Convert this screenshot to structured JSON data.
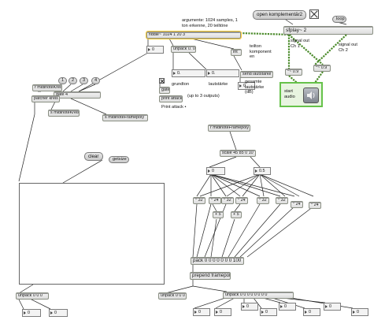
{
  "comments": {
    "args": "argumente: 1024 samples, 1\nton erkenne, 20 teiltöne",
    "teilton": "teilton\nkomponent\nen",
    "signal_out_1": "signal out\nCh 1",
    "signal_out_2": "signal out\nCh 2",
    "start_audio": "start\naudio",
    "grundton": "grundton",
    "lautstaerke": "lautstärke",
    "gesamte": "gesamte\nlautstärke\n(dB)",
    "up_to": "(up to 3 outputs)",
    "print_attack": "Print attack •"
  },
  "messages": {
    "open": "open komplementär2",
    "loop": "loop",
    "clear": "clear",
    "getsize": "getsize",
    "n1": "1",
    "n2": "2",
    "n3": "3",
    "n4": "4"
  },
  "objects": {
    "sfplay": "sfplay~ 2",
    "fiddle": "fiddle~ 1024 1 20 3",
    "unpack_top": "unpack 0. 0.",
    "int": "int",
    "send_laut": "send lautstärke",
    "r_midinote_kreis": "r midinoteKreis",
    "gate4": "gate 4",
    "patcher_kreis": "patcher kreis",
    "s_midinote_kreis": "s midinoteKreis",
    "s_midinote_framepoly": "s midinoteFramepoly",
    "gate": "gate",
    "print_attack": "print attack",
    "gain1": "*~ 0.9",
    "gain2": "*~ 0.9",
    "r_midinote_framepoly": "r midinoteFramepoly",
    "scale": "scale 45 85 0 10",
    "mul": [
      "* 32",
      "* 24",
      "* 32",
      "* 24",
      "* 32",
      "* 32",
      "* 24"
    ],
    "plus1": "+ 5",
    "plus2": "+ 5",
    "pack": "pack 0 0 0 0 0 0 0 100",
    "prepend": "prepend framepoly",
    "unpack_bl": "unpack 0 0 0",
    "unpack_mid": "unpack 0 0 0",
    "unpack_big": "unpack 0 0 0 0 0 0 0 0"
  },
  "numbers": {
    "fiddle_out": "0",
    "n_grund": "0.",
    "n_laut": "0.",
    "n_int": "0",
    "n_teil": "0",
    "n_scale_l": "0",
    "n_scale_r": "0.5",
    "bl1": "0",
    "bl2": "0",
    "bot": [
      "0",
      "0",
      "0",
      "0",
      "0",
      "0",
      "0",
      "0"
    ]
  },
  "colors": {
    "cord_signal": "#4a8a2a",
    "cord_msg": "#222222",
    "audio_frame": "#66c24a",
    "fiddle_highlight": "#ffcc33"
  }
}
